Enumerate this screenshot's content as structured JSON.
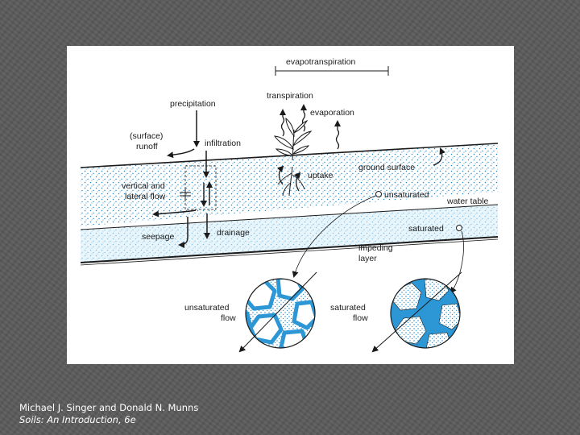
{
  "colors": {
    "slide_background": "#5b5b5b",
    "water_blue": "#2d97d6",
    "dot_blue": "#1f86c8",
    "line_dark": "#1a1a1a",
    "caption_text": "#ffffff"
  },
  "diagram": {
    "labels": {
      "evapotranspiration": "evapotranspiration",
      "transpiration": "transpiration",
      "evaporation": "evaporation",
      "precipitation": "precipitation",
      "surface_runoff_line1": "(surface)",
      "surface_runoff_line2": "runoff",
      "infiltration": "infiltration",
      "ground_surface": "ground surface",
      "uptake": "uptake",
      "vertical_lateral_line1": "vertical and",
      "vertical_lateral_line2": "lateral flow",
      "unsaturated": "unsaturated",
      "water_table": "water table",
      "saturated": "saturated",
      "seepage": "seepage",
      "drainage": "drainage",
      "impeding_layer_line1": "impeding",
      "impeding_layer_line2": "layer",
      "unsaturated_flow_line1": "unsaturated",
      "unsaturated_flow_line2": "flow",
      "saturated_flow_line1": "saturated",
      "saturated_flow_line2": "flow"
    }
  },
  "caption": {
    "authors": "Michael J. Singer and Donald N. Munns",
    "book_title": "Soils: An Introduction, 6e"
  }
}
